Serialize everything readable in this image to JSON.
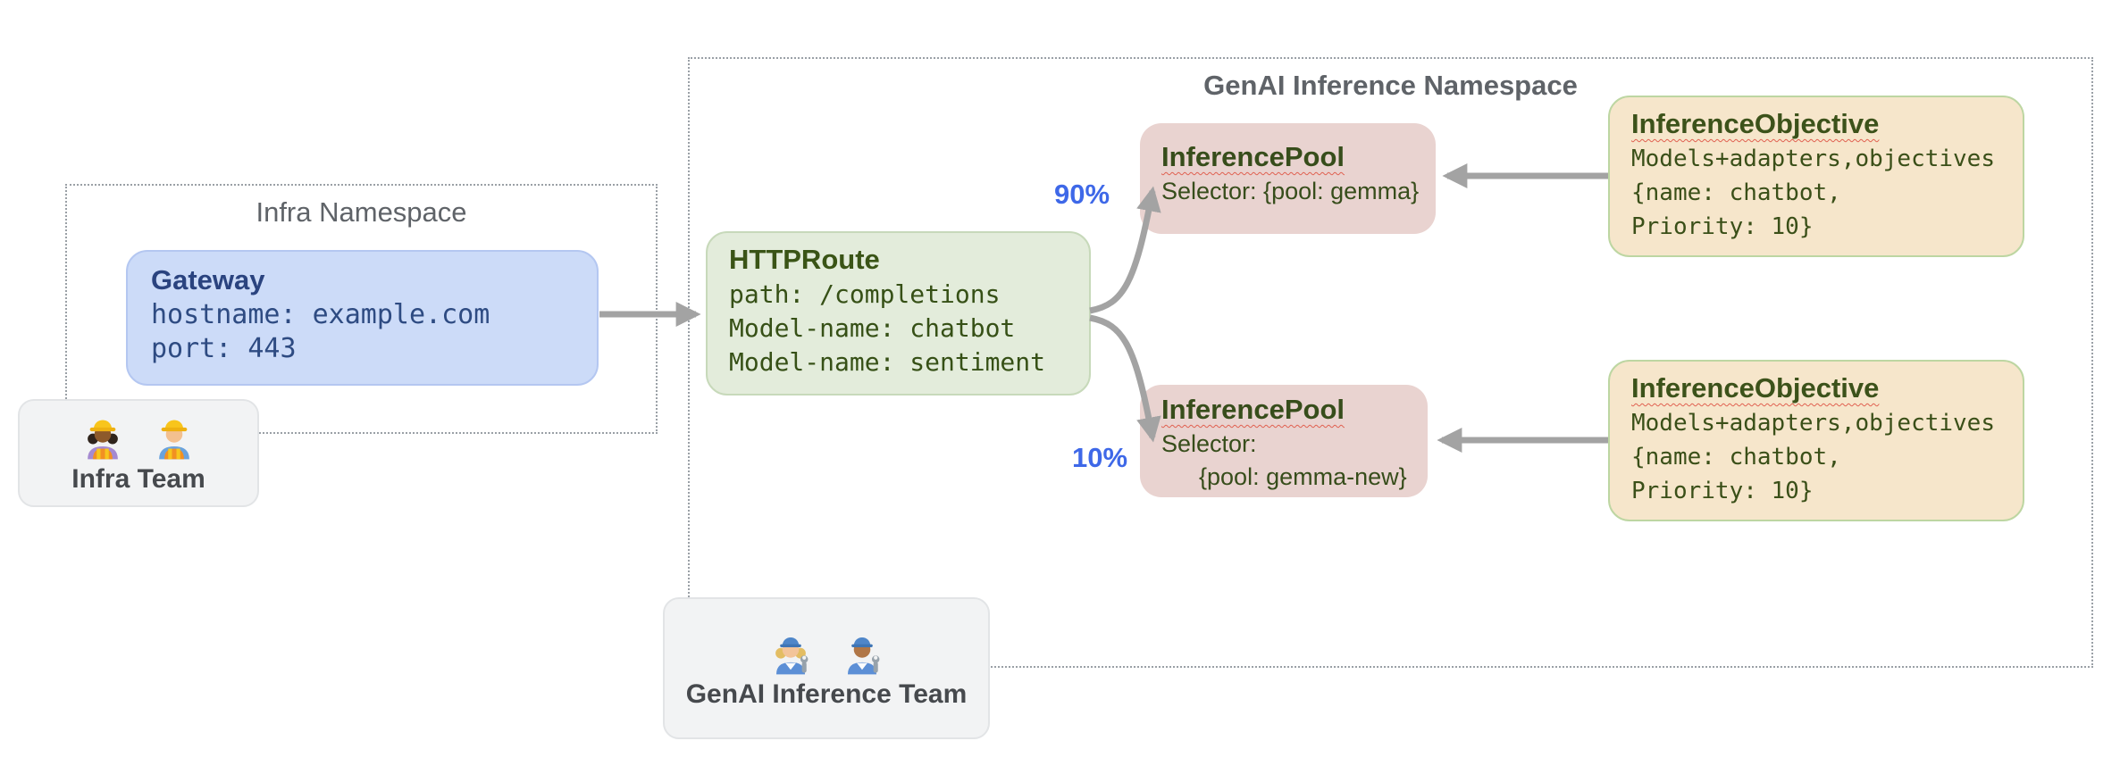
{
  "infra_namespace": {
    "label": "Infra Namespace",
    "gateway": {
      "title": "Gateway",
      "lines": [
        "hostname: example.com",
        "port: 443"
      ]
    }
  },
  "genai_namespace": {
    "label": "GenAI Inference Namespace",
    "httproute": {
      "title": "HTTPRoute",
      "lines": [
        "path: /completions",
        "Model-name: chatbot",
        "Model-name: sentiment"
      ]
    },
    "pools": [
      {
        "title": "InferencePool",
        "lines": [
          "Selector: {pool: gemma}"
        ],
        "weight_label": "90%"
      },
      {
        "title": "InferencePool",
        "lines": [
          "Selector:",
          "{pool: gemma-new}"
        ],
        "weight_label": "10%"
      }
    ],
    "objectives": [
      {
        "title": "InferenceObjective",
        "lines": [
          "Models+adapters,objectives",
          "{name: chatbot,",
          "Priority: 10}"
        ]
      },
      {
        "title": "InferenceObjective",
        "lines": [
          "Models+adapters,objectives",
          "{name: chatbot,",
          "Priority: 10}"
        ]
      }
    ]
  },
  "teams": [
    {
      "label": "Infra Team",
      "icons": [
        "woman-construction-worker-emoji",
        "man-construction-worker-emoji"
      ]
    },
    {
      "label": "GenAI Inference Team",
      "icons": [
        "woman-mechanic-emoji",
        "man-mechanic-emoji"
      ]
    }
  ],
  "colors": {
    "gateway_fill": "#ccdbf8",
    "gateway_text": "#2a437f",
    "httproute_fill": "#e3ecdb",
    "inference_pool_fill": "#e9d3d0",
    "inference_objective_fill": "#f6e6cb",
    "green_text": "#3a5416",
    "team_card_fill": "#f2f3f4",
    "arrow_gray": "#a3a3a3",
    "percent_blue": "#3e68e8",
    "namespace_border_gray": "#9aa0a6",
    "squiggle_red": "#e06050"
  }
}
